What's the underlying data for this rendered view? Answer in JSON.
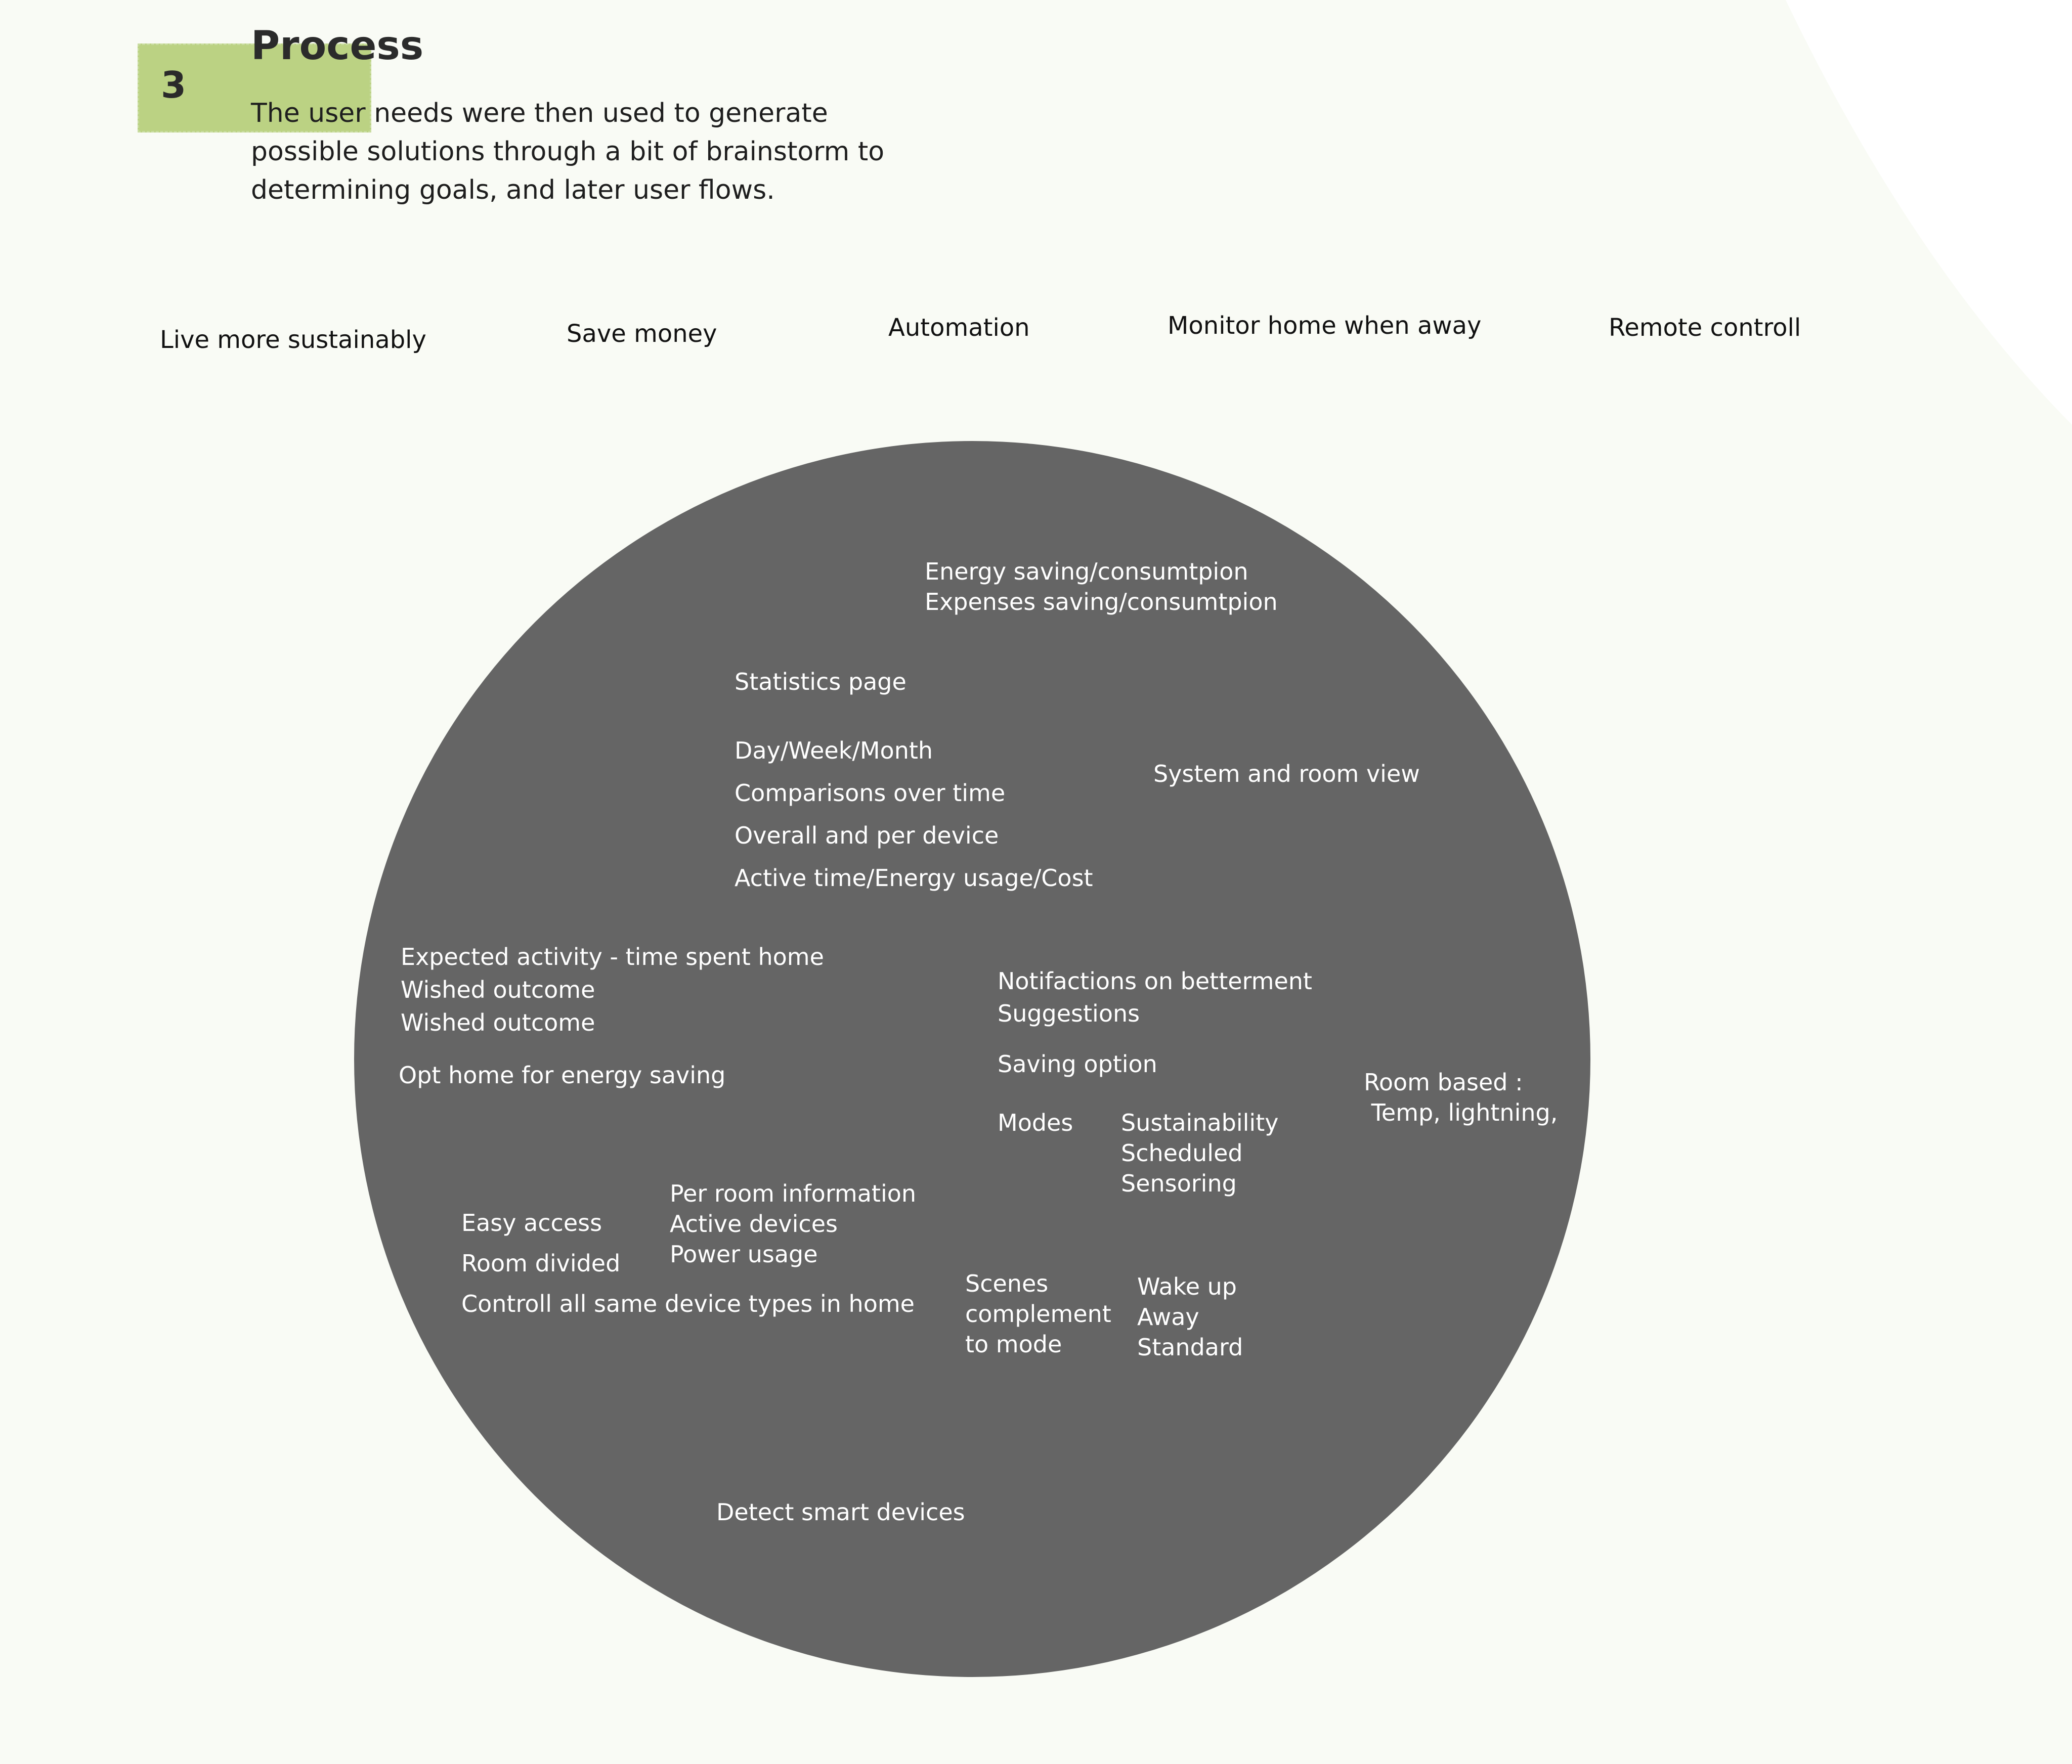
{
  "colors": {
    "background": "#f9fbf5",
    "accent": "#bbd283",
    "circle": "#656565",
    "circle_text": "#ffffff"
  },
  "header": {
    "step_number": "3",
    "title": "Process",
    "description_lines": [
      "The user needs were then used to generate",
      "possible solutions through a bit of brainstorm to",
      "determining goals, and later user flows."
    ]
  },
  "goals": [
    "Live more sustainably",
    "Save money",
    "Automation",
    "Monitor home when away",
    "Remote controll"
  ],
  "circle": {
    "energy": [
      "Energy saving/consumtpion",
      "Expenses saving/consumtpion"
    ],
    "statistics_title": "Statistics page",
    "statistics_items": [
      "Day/Week/Month",
      "Comparisons over time",
      "Overall and per device",
      "Active time/Energy usage/Cost"
    ],
    "system_view": "System and room view",
    "expected": [
      "Expected activity - time spent home",
      "Wished outcome",
      "Wished outcome"
    ],
    "opt_home": "Opt home for energy saving",
    "notifications": [
      "Notifactions on betterment",
      "Suggestions"
    ],
    "saving_option": "Saving option",
    "modes_label": "Modes",
    "modes_items": [
      "Sustainability",
      "Scheduled",
      "Sensoring"
    ],
    "room_based": [
      "Room based :",
      " Temp, lightning,"
    ],
    "access": [
      "Easy access",
      "Room divided",
      "Controll all same device types in home"
    ],
    "per_room": [
      "Per room information",
      "Active devices",
      "Power usage"
    ],
    "scenes": [
      "Scenes",
      "complement",
      "to mode"
    ],
    "scene_items": [
      "Wake up",
      "Away",
      "Standard"
    ],
    "detect": "Detect smart devices"
  }
}
